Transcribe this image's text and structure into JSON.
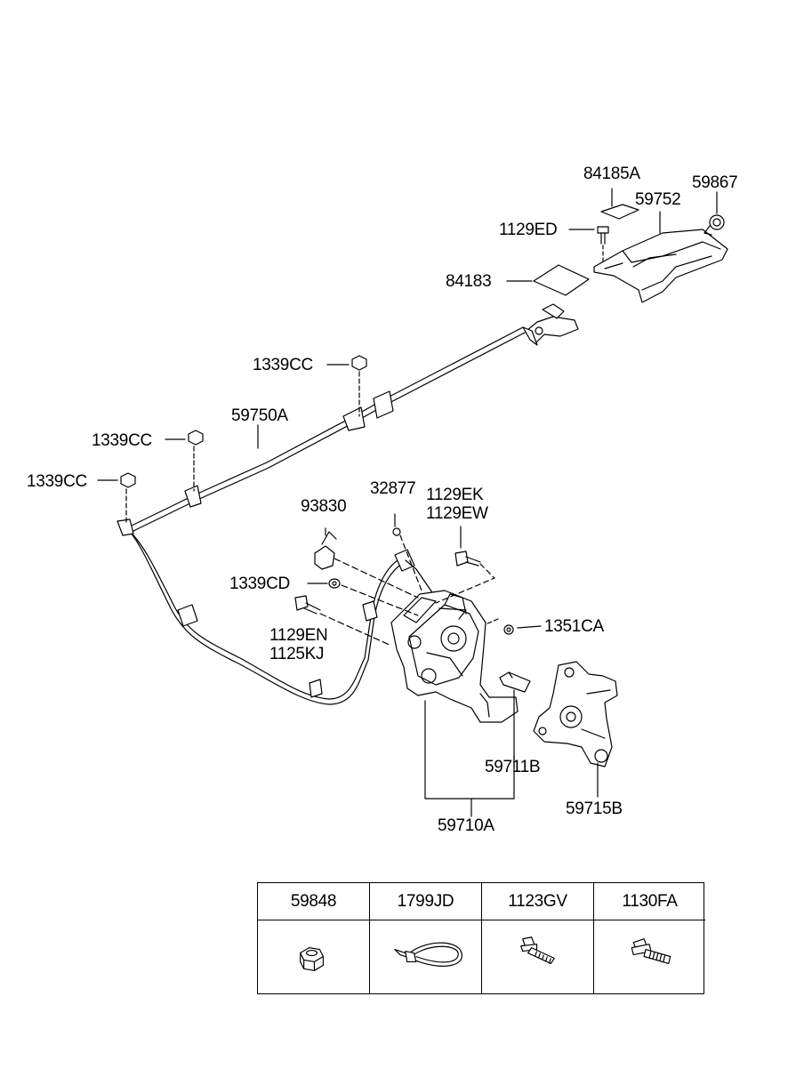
{
  "labels": {
    "p84185A": "84185A",
    "p59752": "59752",
    "p59867": "59867",
    "p1129ED": "1129ED",
    "p84183": "84183",
    "p1339CC_top": "1339CC",
    "p59750A": "59750A",
    "p1339CC_mid": "1339CC",
    "p1339CC_left": "1339CC",
    "p32877": "32877",
    "p1129EK": "1129EK",
    "p1129EW": "1129EW",
    "p93830": "93830",
    "p1339CD": "1339CD",
    "p1129EN": "1129EN",
    "p1125KJ": "1125KJ",
    "p1351CA": "1351CA",
    "p59711B": "59711B",
    "p59715B": "59715B",
    "p59710A": "59710A"
  },
  "legend": [
    {
      "part": "59848",
      "icon": "nut-icon"
    },
    {
      "part": "1799JD",
      "icon": "cable-tie-icon"
    },
    {
      "part": "1123GV",
      "icon": "bolt-icon"
    },
    {
      "part": "1130FA",
      "icon": "bolt-icon"
    }
  ]
}
